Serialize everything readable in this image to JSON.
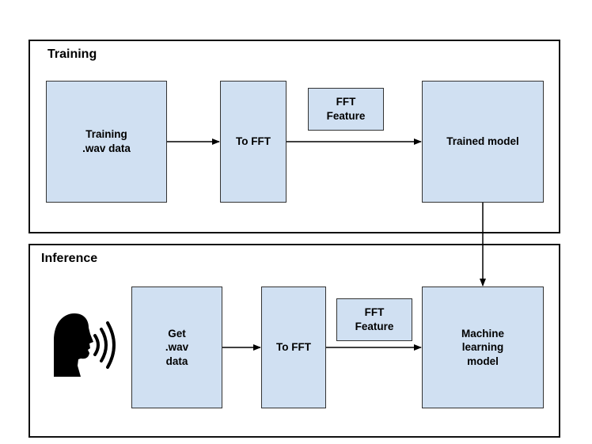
{
  "panels": {
    "training": {
      "title": "Training",
      "nodes": {
        "wav": "Training\n.wav data",
        "fft": "To FFT",
        "feature": "FFT\nFeature",
        "model": "Trained model"
      }
    },
    "inference": {
      "title": "Inference",
      "nodes": {
        "wav": "Get\n.wav\ndata",
        "fft": "To FFT",
        "feature": "FFT\nFeature",
        "model": "Machine\nlearning\nmodel"
      }
    }
  },
  "icons": {
    "speaker": "speaking-head-icon"
  },
  "colors": {
    "node_fill": "#d0e0f2",
    "border": "#111111"
  }
}
